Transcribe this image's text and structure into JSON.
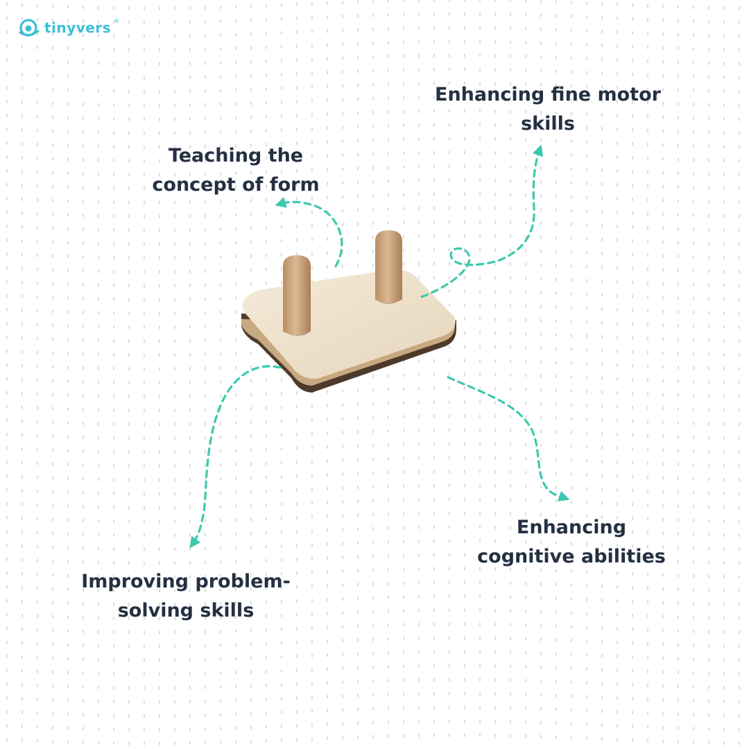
{
  "brand": {
    "name": "tinyvers",
    "registered": "®",
    "logo_icon": "tinyvers-logo-icon"
  },
  "colors": {
    "accent": "#3cc8ae",
    "text": "#243042",
    "brand": "#3bbfd6",
    "dots": "#dedede",
    "wood_light": "#efe3cf",
    "wood_peg": "#c9a27c",
    "wood_edge": "#4e3a2a"
  },
  "labels": {
    "fine_motor": {
      "line1": "Enhancing fine motor",
      "line2": "skills"
    },
    "form": {
      "line1": "Teaching the",
      "line2": "concept of form"
    },
    "cognitive": {
      "line1": "Enhancing",
      "line2": "cognitive abilities"
    },
    "problem": {
      "line1": "Improving problem-",
      "line2": "solving skills"
    }
  },
  "product": {
    "name": "wooden-peg-board",
    "peg_count": 2
  }
}
